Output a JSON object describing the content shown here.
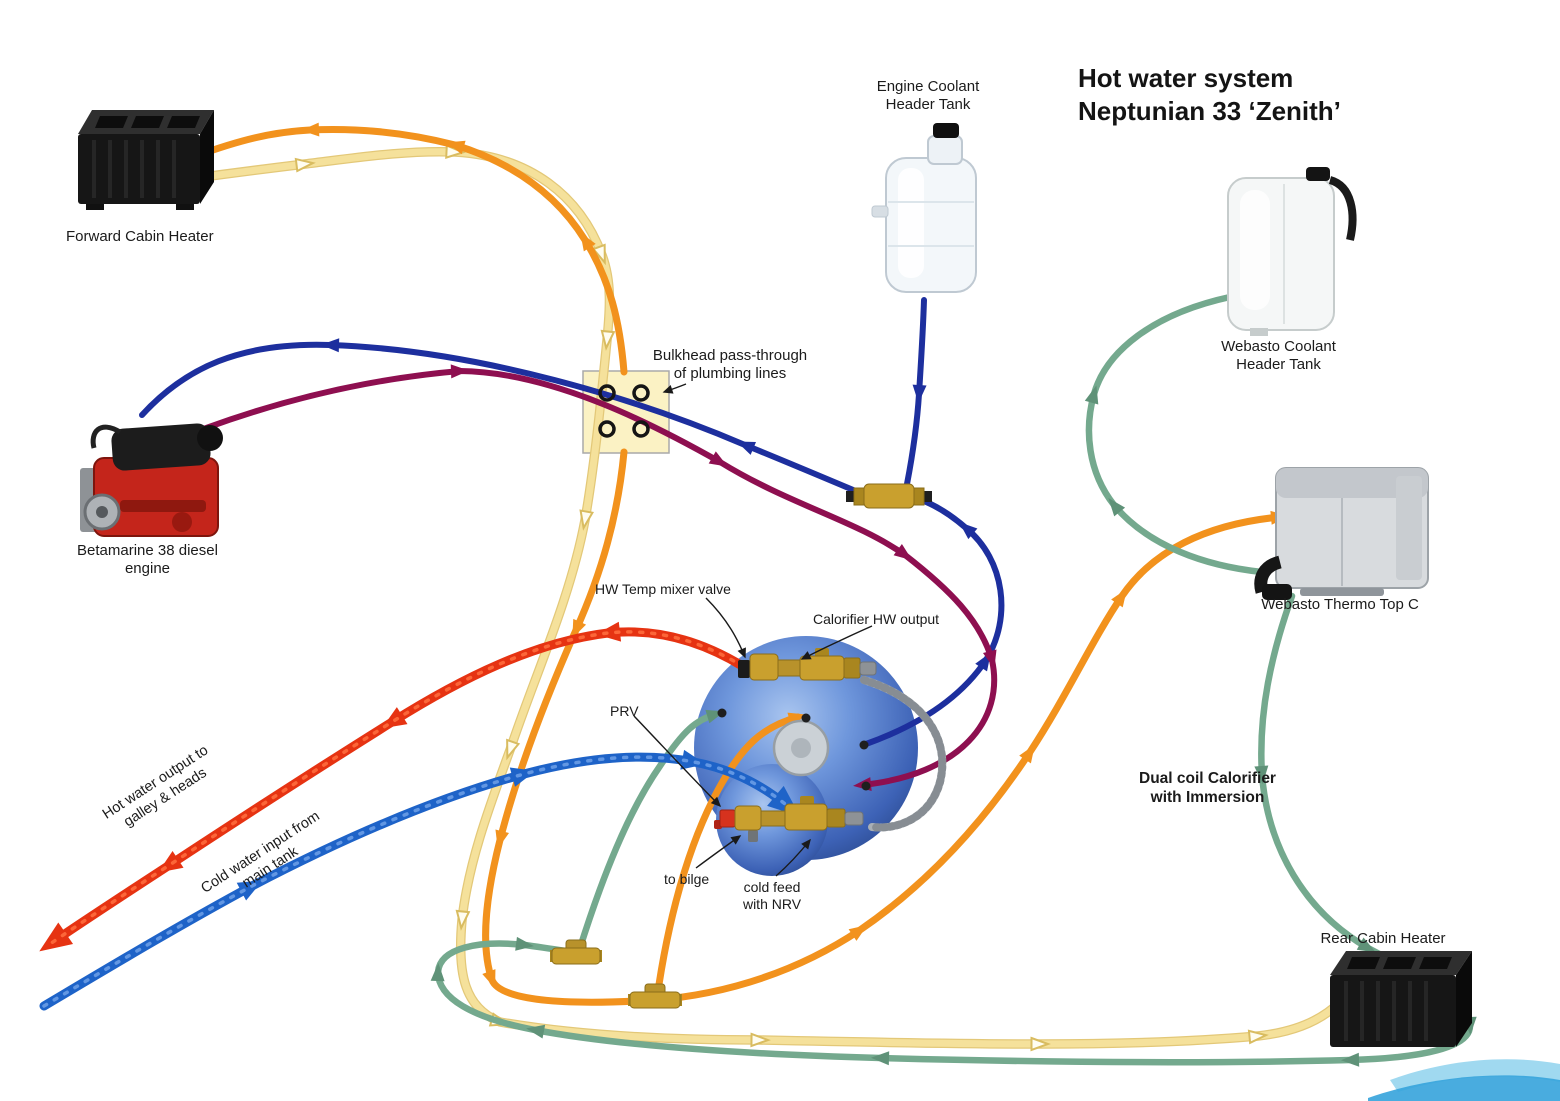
{
  "title": {
    "line1": "Hot water system",
    "line2": "Neptunian 33 ‘Zenith’"
  },
  "labels": {
    "forward_heater": "Forward Cabin Heater",
    "engine_tank_1": "Engine Coolant",
    "engine_tank_2": "Header Tank",
    "webasto_tank_1": "Webasto Coolant",
    "webasto_tank_2": "Header Tank",
    "webasto_ttc": "Webasto Thermo Top C",
    "engine_1": "Betamarine 38 diesel",
    "engine_2": "engine",
    "bulkhead_1": "Bulkhead pass-through",
    "bulkhead_2": "of plumbing lines",
    "calorifier_1": "Dual coil Calorifier",
    "calorifier_2": "with Immersion",
    "rear_heater": "Rear Cabin Heater",
    "hw_mixer": "HW Temp mixer valve",
    "calorifier_hw_output": "Calorifier HW output",
    "prv": "PRV",
    "to_bilge": "to bilge",
    "cold_feed_1": "cold feed",
    "cold_feed_2": "with NRV",
    "hot_water_out_1": "Hot water output to",
    "hot_water_out_2": "galley & heads",
    "cold_water_in_1": "Cold water input from",
    "cold_water_in_2": "main tank"
  },
  "colors": {
    "engine_coolant_supply_maroon": "#8E0F50",
    "engine_coolant_return_navy": "#1D2F9E",
    "heater_circuit_orange": "#F2921D",
    "heater_circuit_cream": "#F5E19B",
    "webasto_circuit_green": "#74A98E",
    "hot_water_red": "#E63312",
    "cold_water_blue": "#1E63C8",
    "flexible_hose_gray": "#A9AFB5",
    "brass_fitting": "#C9A02E",
    "calorifier_blue": "#4A77C9"
  }
}
